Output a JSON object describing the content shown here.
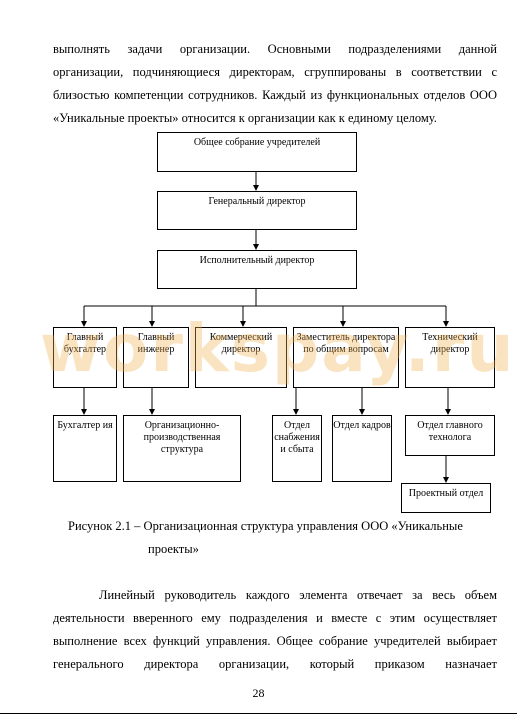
{
  "paragraph_top": {
    "line1": "выполнять задачи организации. Основными подразделениями данной",
    "line2": "организации, подчиняющиеся директорам, сгруппированы в соответствии с",
    "line3": "близостью компетенции сотрудников. Каждый из функциональных отделов ООО",
    "line4": "«Уникальные проекты» относится к организации как к единому целому."
  },
  "chart": {
    "founders": "Общее собрание учредителей",
    "general_director": "Генеральный директор",
    "executive_director": "Исполнительный директор",
    "chief_accountant": "Главный бухгалтер",
    "chief_engineer": "Главный инженер",
    "commercial_director": "Коммерческий директор",
    "deputy_director": "Заместитель директора по общим вопросам",
    "technical_director": "Технический директор",
    "accounting": "Бухгалтер ия",
    "production_structure": "Организационно-производственная структура",
    "supply_sales": "Отдел снабжения и сбыта",
    "hr": "Отдел кадров",
    "chief_technologist_dept": "Отдел главного технолога",
    "project_dept": "Проектный отдел"
  },
  "watermark": "workspay.ru",
  "caption": {
    "line1": "Рисунок 2.1 – Организационная структура управления ООО «Уникальные",
    "line2": "проекты»"
  },
  "paragraph_bottom": {
    "line1": "Линейный руководитель каждого элемента отвечает за весь объем",
    "line2": "деятельности вверенного ему подразделения и вместе с этим осуществляет",
    "line3": "выполнение всех функций управления. Общее собрание учредителей выбирает",
    "line4": "генерального директора организации, который приказом назначает"
  },
  "page_number": "28"
}
